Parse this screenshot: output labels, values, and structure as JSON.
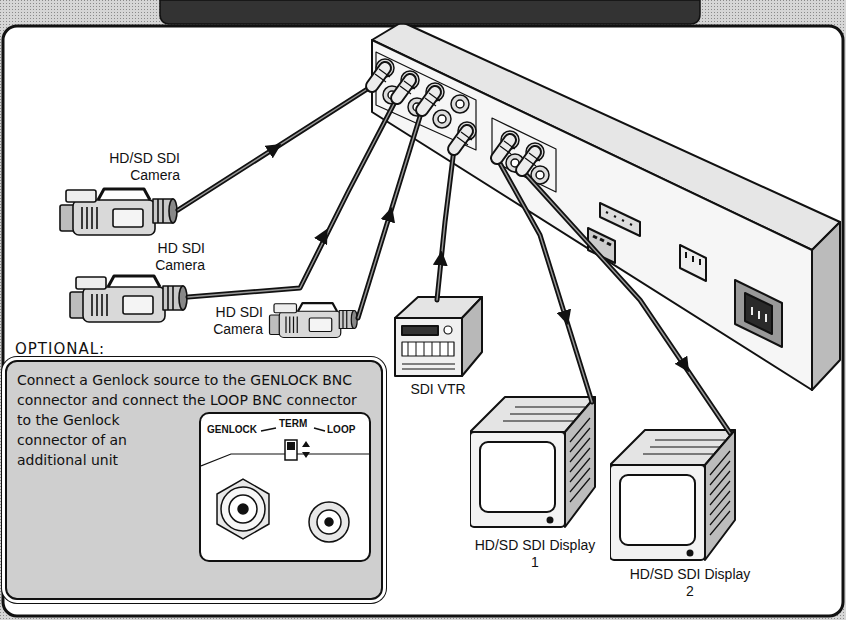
{
  "diagram": {
    "nodes": [
      {
        "text": [
          "HD/SD SDI Camera"
        ]
      },
      {
        "text": [
          "HD SDI Camera"
        ]
      },
      {
        "text": [
          "HD SDI Camera"
        ]
      },
      {
        "text": [
          "SDI VTR"
        ]
      },
      {
        "text": [
          "HD/SD SDI Display 1"
        ]
      },
      {
        "text": [
          "HD/SD SDI Display 2"
        ]
      },
      {
        "text": [
          "OPTIONAL:",
          "Connect a Genlock source to the GENLOCK BNC connector and connect the LOOP BNC connector to the Genlock connector of an additional unit"
        ]
      }
    ],
    "labels": [
      "GENLOCK",
      "TERM",
      "LOOP"
    ]
  }
}
